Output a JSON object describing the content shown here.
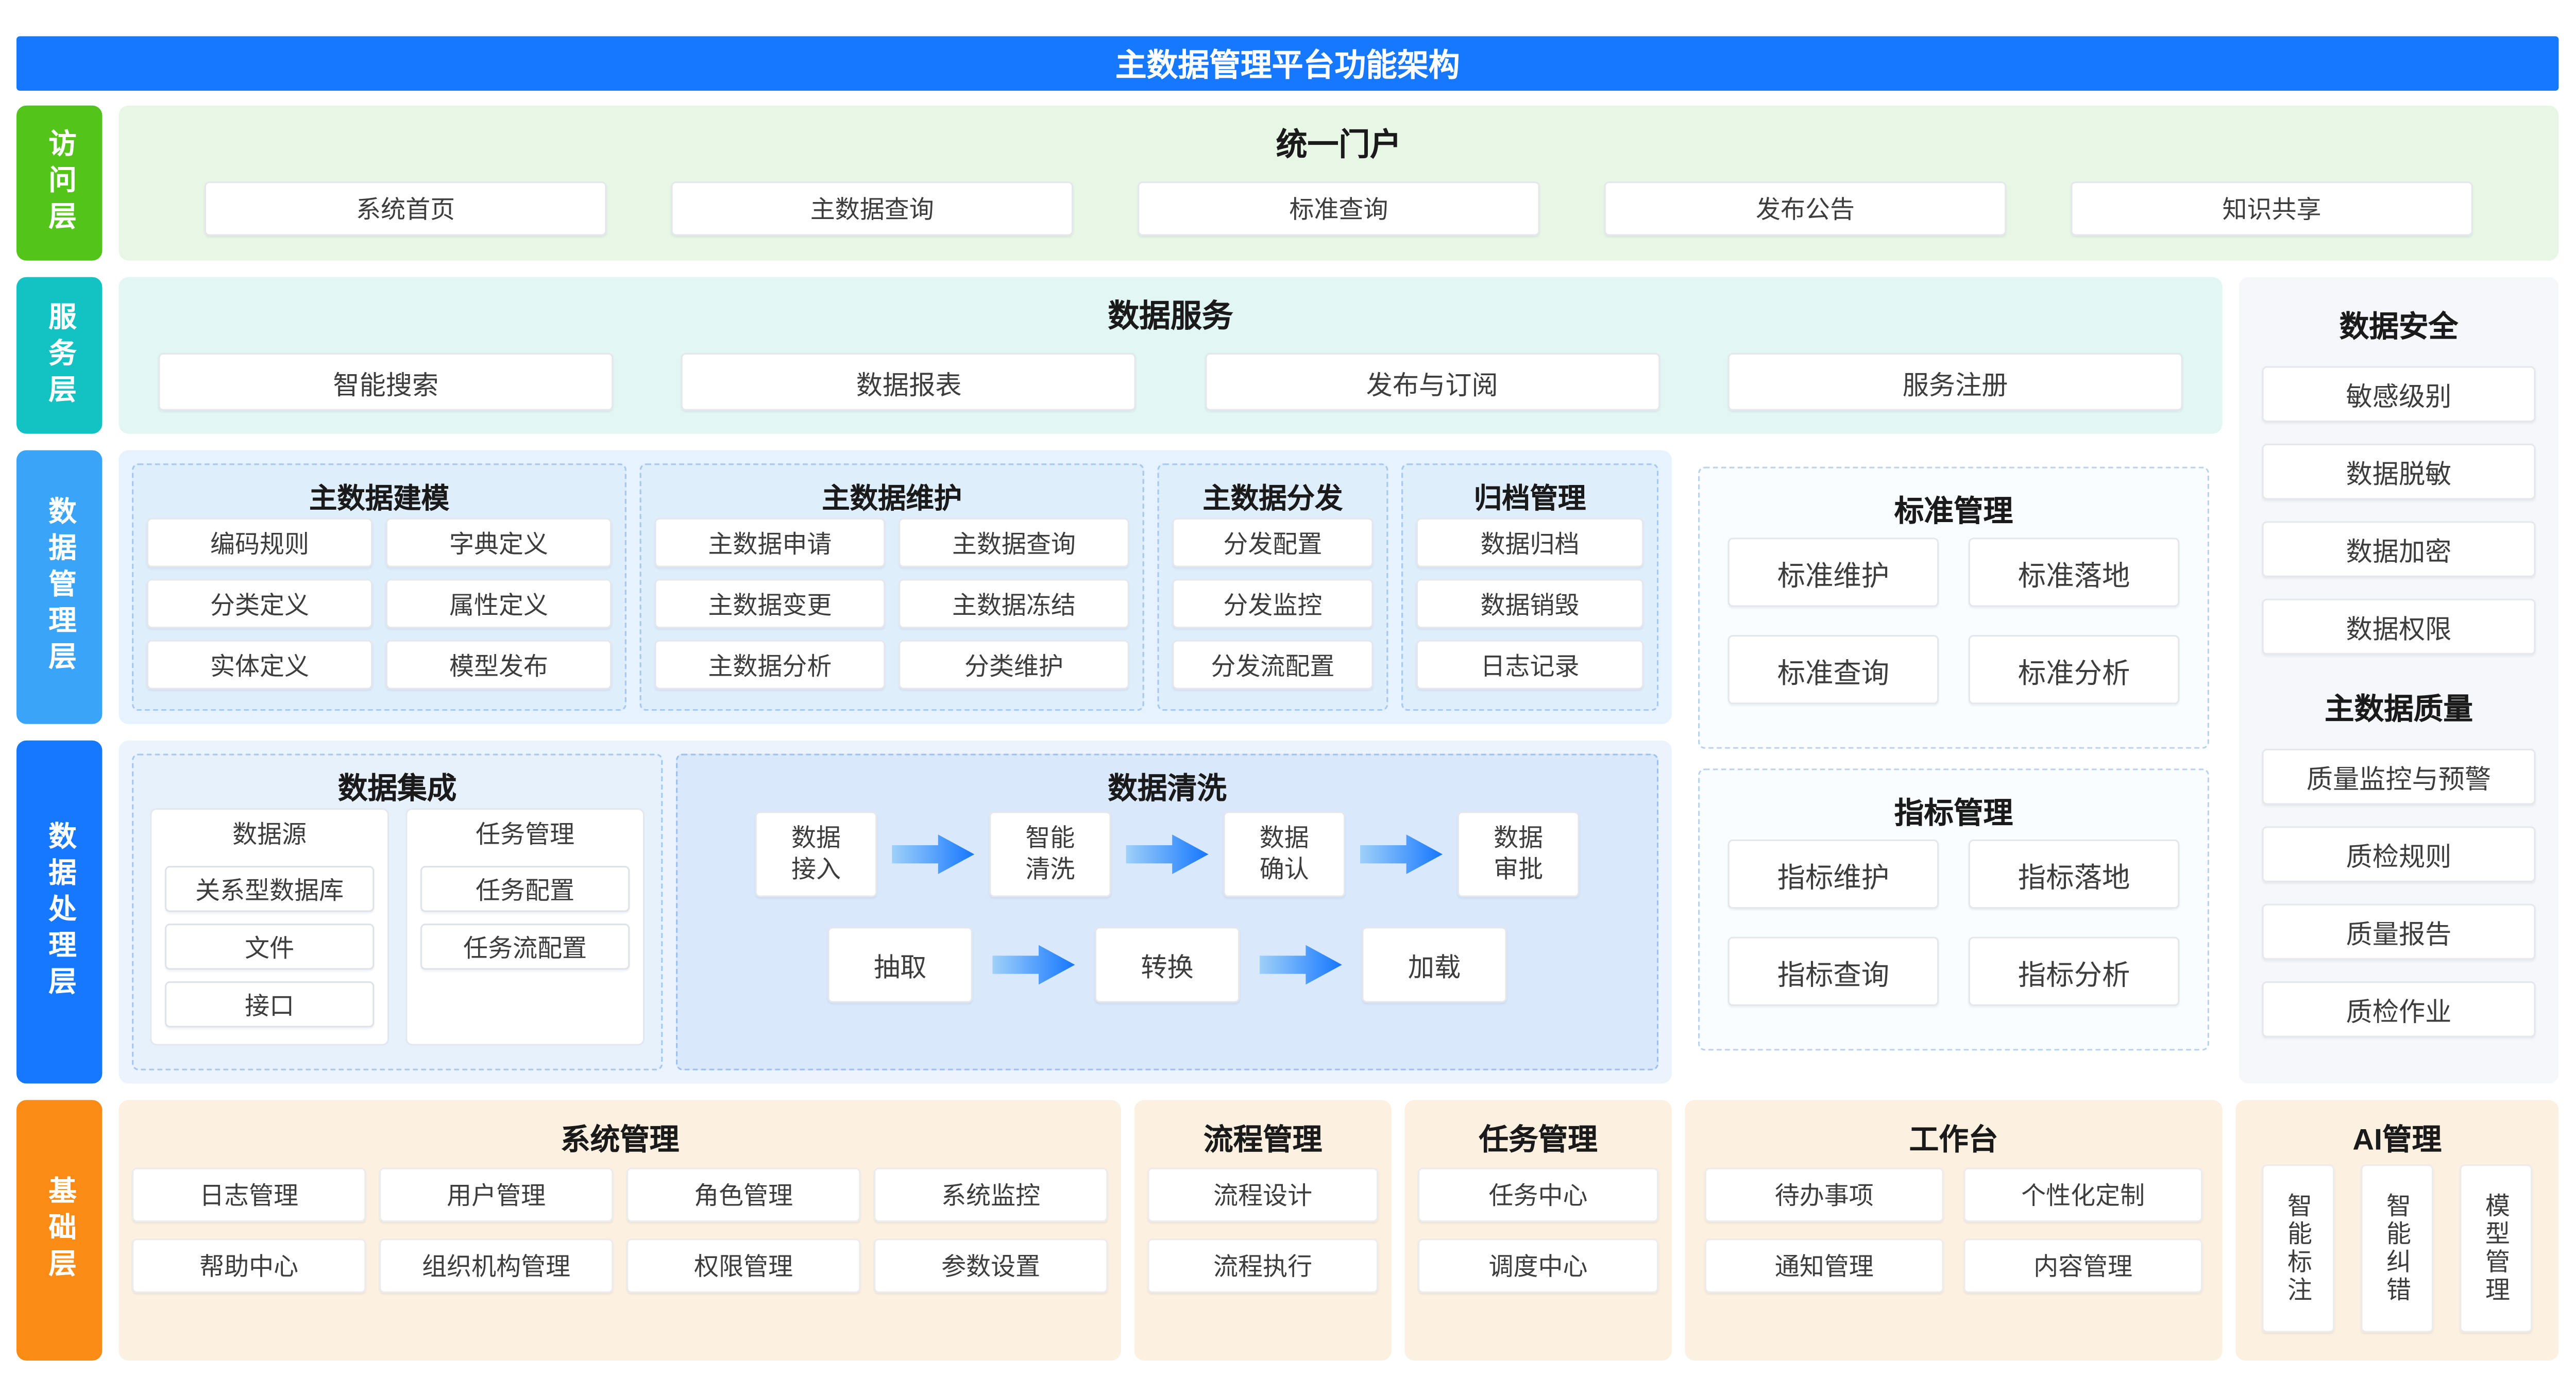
{
  "header": {
    "title": "主数据管理平台功能架构"
  },
  "colors": {
    "header_bg": "#1677ff",
    "access_layer": "#52c41a",
    "service_layer": "#13c2c2",
    "data_mgmt_layer": "#3aa5f8",
    "data_proc_layer": "#1677ff",
    "foundation_layer": "#fa8c16",
    "arrow_gradient_start": "#9ed0f9",
    "arrow_gradient_end": "#1677ff"
  },
  "layers": {
    "access": {
      "label": "访问层"
    },
    "service": {
      "label": "服务层"
    },
    "data_mgmt": {
      "label": "数据管理层"
    },
    "data_proc": {
      "label": "数据处理层"
    },
    "foundation": {
      "label": "基础层"
    }
  },
  "portal": {
    "title": "统一门户",
    "items": [
      "系统首页",
      "主数据查询",
      "标准查询",
      "发布公告",
      "知识共享"
    ]
  },
  "data_service": {
    "title": "数据服务",
    "items": [
      "智能搜索",
      "数据报表",
      "发布与订阅",
      "服务注册"
    ]
  },
  "data_security": {
    "title": "数据安全",
    "items": [
      "敏感级别",
      "数据脱敏",
      "数据加密",
      "数据权限"
    ]
  },
  "data_quality": {
    "title": "主数据质量",
    "items": [
      "质量监控与预警",
      "质检规则",
      "质量报告",
      "质检作业"
    ]
  },
  "modeling": {
    "title": "主数据建模",
    "items": [
      "编码规则",
      "字典定义",
      "分类定义",
      "属性定义",
      "实体定义",
      "模型发布"
    ]
  },
  "maintenance": {
    "title": "主数据维护",
    "items": [
      "主数据申请",
      "主数据查询",
      "主数据变更",
      "主数据冻结",
      "主数据分析",
      "分类维护"
    ]
  },
  "distribution": {
    "title": "主数据分发",
    "items": [
      "分发配置",
      "分发监控",
      "分发流配置"
    ]
  },
  "archive": {
    "title": "归档管理",
    "items": [
      "数据归档",
      "数据销毁",
      "日志记录"
    ]
  },
  "standard": {
    "title": "标准管理",
    "items": [
      "标准维护",
      "标准落地",
      "标准查询",
      "标准分析"
    ]
  },
  "indicator": {
    "title": "指标管理",
    "items": [
      "指标维护",
      "指标落地",
      "指标查询",
      "指标分析"
    ]
  },
  "integration": {
    "title": "数据集成",
    "groups": [
      {
        "title": "数据源",
        "items": [
          "关系型数据库",
          "文件",
          "接口"
        ]
      },
      {
        "title": "任务管理",
        "items": [
          "任务配置",
          "任务流配置"
        ]
      }
    ]
  },
  "cleansing": {
    "title": "数据清洗",
    "flow1": [
      "数据接入",
      "智能清洗",
      "数据确认",
      "数据审批"
    ],
    "flow2": [
      "抽取",
      "转换",
      "加载"
    ]
  },
  "system_mgmt": {
    "title": "系统管理",
    "items": [
      "日志管理",
      "用户管理",
      "角色管理",
      "系统监控",
      "帮助中心",
      "组织机构管理",
      "权限管理",
      "参数设置"
    ]
  },
  "process_mgmt": {
    "title": "流程管理",
    "items": [
      "流程设计",
      "流程执行"
    ]
  },
  "task_mgmt": {
    "title": "任务管理",
    "items": [
      "任务中心",
      "调度中心"
    ]
  },
  "workbench": {
    "title": "工作台",
    "items": [
      "待办事项",
      "个性化定制",
      "通知管理",
      "内容管理"
    ]
  },
  "ai_mgmt": {
    "title": "AI管理",
    "items": [
      "智能标注",
      "智能纠错",
      "模型管理"
    ]
  }
}
